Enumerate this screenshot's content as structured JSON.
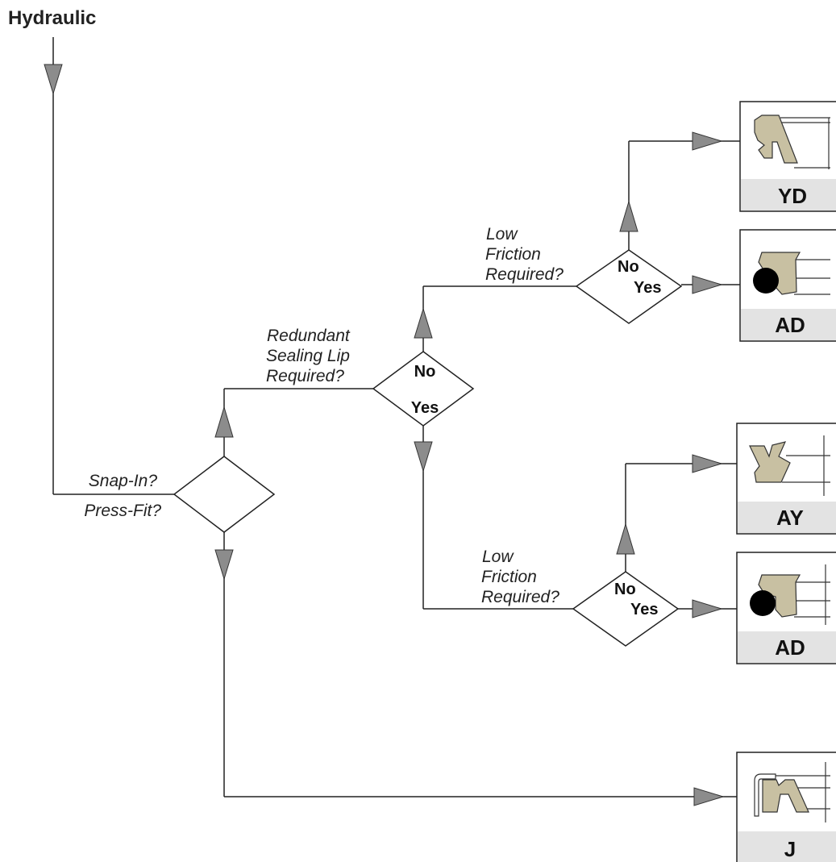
{
  "title": "Hydraulic",
  "decisions": {
    "mount": {
      "q1": "Snap-In?",
      "q2": "Press-Fit?"
    },
    "redundant": {
      "lines": [
        "Redundant",
        "Sealing Lip",
        "Required?"
      ],
      "no": "No",
      "yes": "Yes"
    },
    "friction_upper": {
      "lines": [
        "Low",
        "Friction",
        "Required?"
      ],
      "no": "No",
      "yes": "Yes"
    },
    "friction_lower": {
      "lines": [
        "Low",
        "Friction",
        "Required?"
      ],
      "no": "No",
      "yes": "Yes"
    }
  },
  "products": [
    {
      "id": "yd",
      "label": "YD"
    },
    {
      "id": "ad-upper",
      "label": "AD"
    },
    {
      "id": "ay",
      "label": "AY"
    },
    {
      "id": "ad-lower",
      "label": "AD"
    },
    {
      "id": "j",
      "label": "J"
    }
  ],
  "colors": {
    "arrow": "#8c8c8c",
    "seal": "#c8c0a2",
    "label_band": "#e3e3e3"
  }
}
